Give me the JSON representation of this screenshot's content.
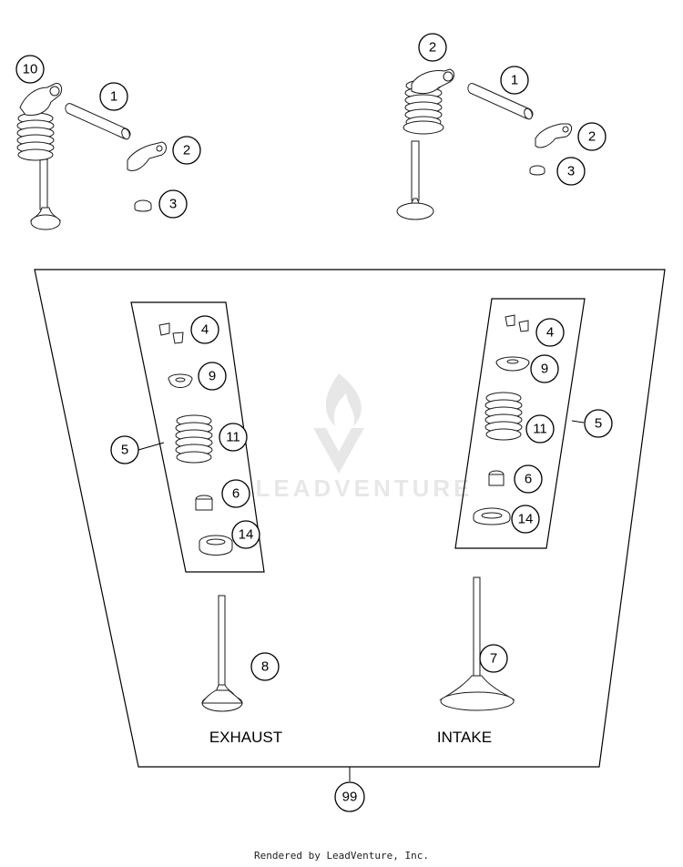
{
  "callouts": {
    "top_left": [
      "10",
      "1",
      "2",
      "3"
    ],
    "top_right": [
      "2",
      "1",
      "2",
      "3"
    ],
    "left_kit": [
      "4",
      "9",
      "11",
      "6",
      "14",
      "5"
    ],
    "right_kit": [
      "4",
      "9",
      "11",
      "6",
      "14",
      "5"
    ],
    "valves": [
      "8",
      "7"
    ],
    "assembly": "99"
  },
  "labels": {
    "exhaust": "EXHAUST",
    "intake": "INTAKE"
  },
  "watermark": "LEADVENTURE",
  "footer": "Rendered by LeadVenture, Inc."
}
